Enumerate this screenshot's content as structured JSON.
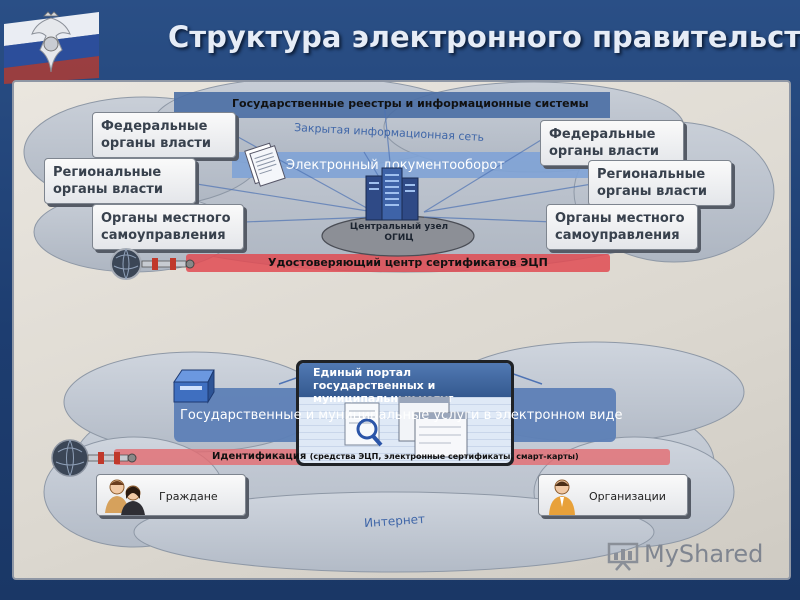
{
  "title": "Структура электронного правительства",
  "top_cloud": {
    "registries_bar": "Государственные реестры и информационные системы",
    "closed_network": "Закрытая информационная сеть",
    "edoc_bar": "Электронный документооборот",
    "left_boxes": [
      "Федеральные органы власти",
      "Региональные органы власти",
      "Органы местного самоуправления"
    ],
    "right_boxes": [
      "Федеральные органы власти",
      "Региональные органы власти",
      "Органы местного самоуправления"
    ],
    "hub": "Центральный узел ОГИЦ",
    "cert_center": "Удостоверяющий центр сертификатов ЭЦП"
  },
  "portal": {
    "title": "Единый портал государственных и муниципальных услуг"
  },
  "bottom_cloud": {
    "services": "Государственные и муниципальные услуги в электронном виде",
    "identification_main": "Идентификация",
    "identification_detail": "(средства ЭЦП, электронные сертификаты, смарт-карты)",
    "citizens": "Граждане",
    "organizations": "Организации",
    "internet": "Интернет"
  },
  "watermark": "MyShared"
}
